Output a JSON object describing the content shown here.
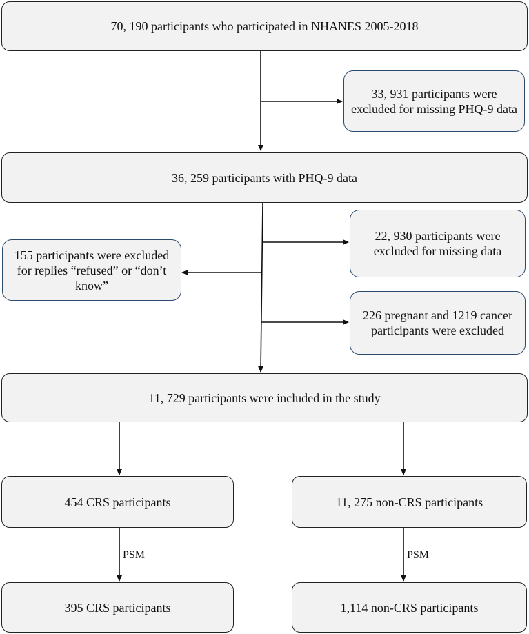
{
  "nodes": {
    "total": "70, 190 participants who participated in NHANES 2005-2018",
    "excl_phq": "33, 931 participants were excluded for missing PHQ-9 data",
    "with_phq": "36, 259 participants with PHQ-9 data",
    "excl_missing": "22, 930 participants were excluded for missing data",
    "excl_refused": "155 participants were excluded for replies “refused” or “don’t know”",
    "excl_preg_cancer": "226 pregnant and 1219 cancer participants were excluded",
    "included": "11, 729 participants were included in the study",
    "crs": "454 CRS participants",
    "noncrs": "11, 275 non-CRS participants",
    "crs_psm": "395 CRS participants",
    "noncrs_psm": "1,114 non-CRS participants"
  },
  "edges": {
    "psm_left": "PSM",
    "psm_right": "PSM"
  },
  "colors": {
    "box_fill": "#f2f2f2",
    "main_border": "#222222",
    "side_border": "#2b4a6f",
    "line": "#111111"
  }
}
